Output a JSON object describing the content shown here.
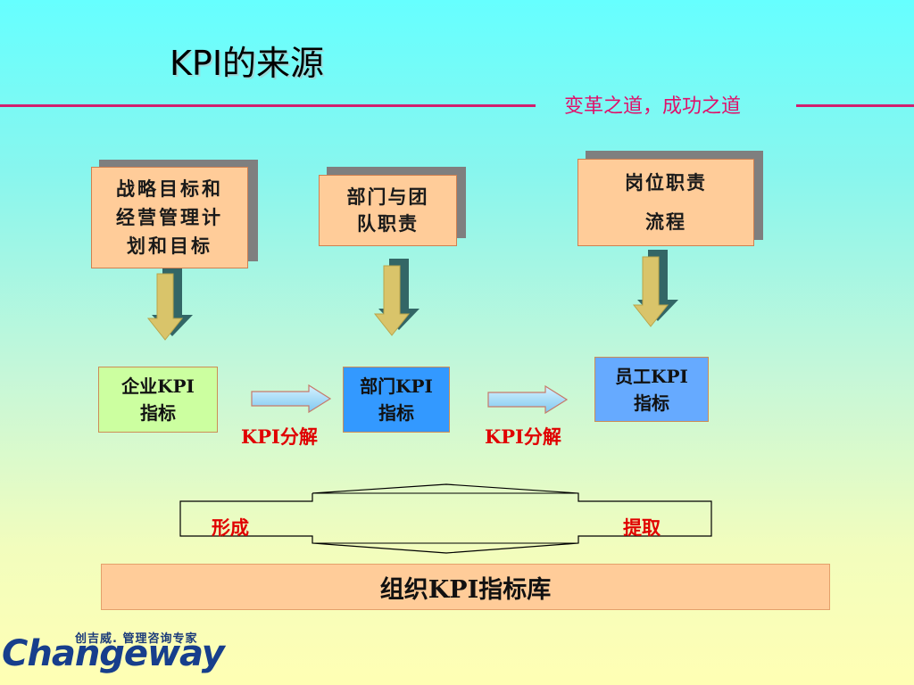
{
  "title": "KPI的来源",
  "slogan": "变革之道，成功之道",
  "sources": [
    {
      "lines": [
        "战略目标和",
        "经营管理计",
        "划和目标"
      ]
    },
    {
      "lines": [
        "部门与团",
        "队职责"
      ]
    },
    {
      "lines": [
        "岗位职责",
        "流程"
      ]
    }
  ],
  "kpi_boxes": [
    {
      "lines": [
        "企业KPI",
        "指标"
      ]
    },
    {
      "lines": [
        "部门KPI",
        "指标"
      ]
    },
    {
      "lines": [
        "员工KPI",
        "指标"
      ]
    }
  ],
  "decompose_labels": [
    "KPI分解",
    "KPI分解"
  ],
  "bidir": {
    "left": "形成",
    "right": "提取"
  },
  "library": "组织KPI指标库",
  "logo": {
    "tagline": "创吉威. 管理咨询专家",
    "name": "Changeway"
  },
  "colors": {
    "accent": "#d21e6e",
    "source_fill": "#ffcc99",
    "enterprise_fill": "#ccffa0",
    "dept_fill": "#3399ff",
    "staff_fill": "#66aaff",
    "label_red": "#e00000"
  }
}
